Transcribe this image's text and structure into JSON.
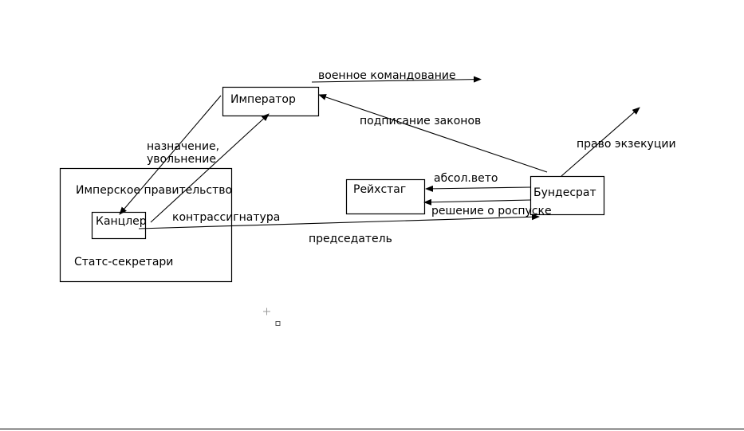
{
  "nodes": {
    "government": "Имперское правительство",
    "emperor": "Император",
    "chancellor": "Канцлер",
    "secretaries": "Статс-секретари",
    "reichstag": "Рейхстаг",
    "bundesrat": "Бундесрат"
  },
  "edges": {
    "military_command": "военное командование",
    "signing_laws": "подписание законов",
    "appointment_line1": "назначение,",
    "appointment_line2": "увольнение",
    "countersignature": "контрассигнатура",
    "chairman": "председатель",
    "absolute_veto": "абсол.вето",
    "dissolution": "решение о роспуске",
    "execution_right": "право экзекуции"
  }
}
